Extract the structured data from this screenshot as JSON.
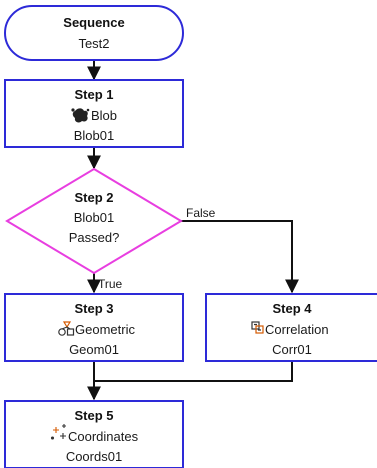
{
  "colors": {
    "node_border": "#2d2ad8",
    "decision_border": "#e83ee0",
    "edge": "#111111",
    "icon_dark": "#222222",
    "icon_accent": "#d65a00"
  },
  "sequence": {
    "title": "Sequence",
    "name": "Test2"
  },
  "step1": {
    "title": "Step 1",
    "tool": "Blob",
    "tool_icon": "blob-icon",
    "name": "Blob01"
  },
  "step2": {
    "title": "Step 2",
    "source": "Blob01",
    "condition": "Passed?"
  },
  "step3": {
    "title": "Step 3",
    "tool": "Geometric",
    "tool_icon": "geometric-icon",
    "name": "Geom01"
  },
  "step4": {
    "title": "Step 4",
    "tool": "Correlation",
    "tool_icon": "correlation-icon",
    "name": "Corr01"
  },
  "step5": {
    "title": "Step 5",
    "tool": "Coordinates",
    "tool_icon": "coordinates-icon",
    "name": "Coords01"
  },
  "edges": {
    "true_label": "True",
    "false_label": "False"
  }
}
